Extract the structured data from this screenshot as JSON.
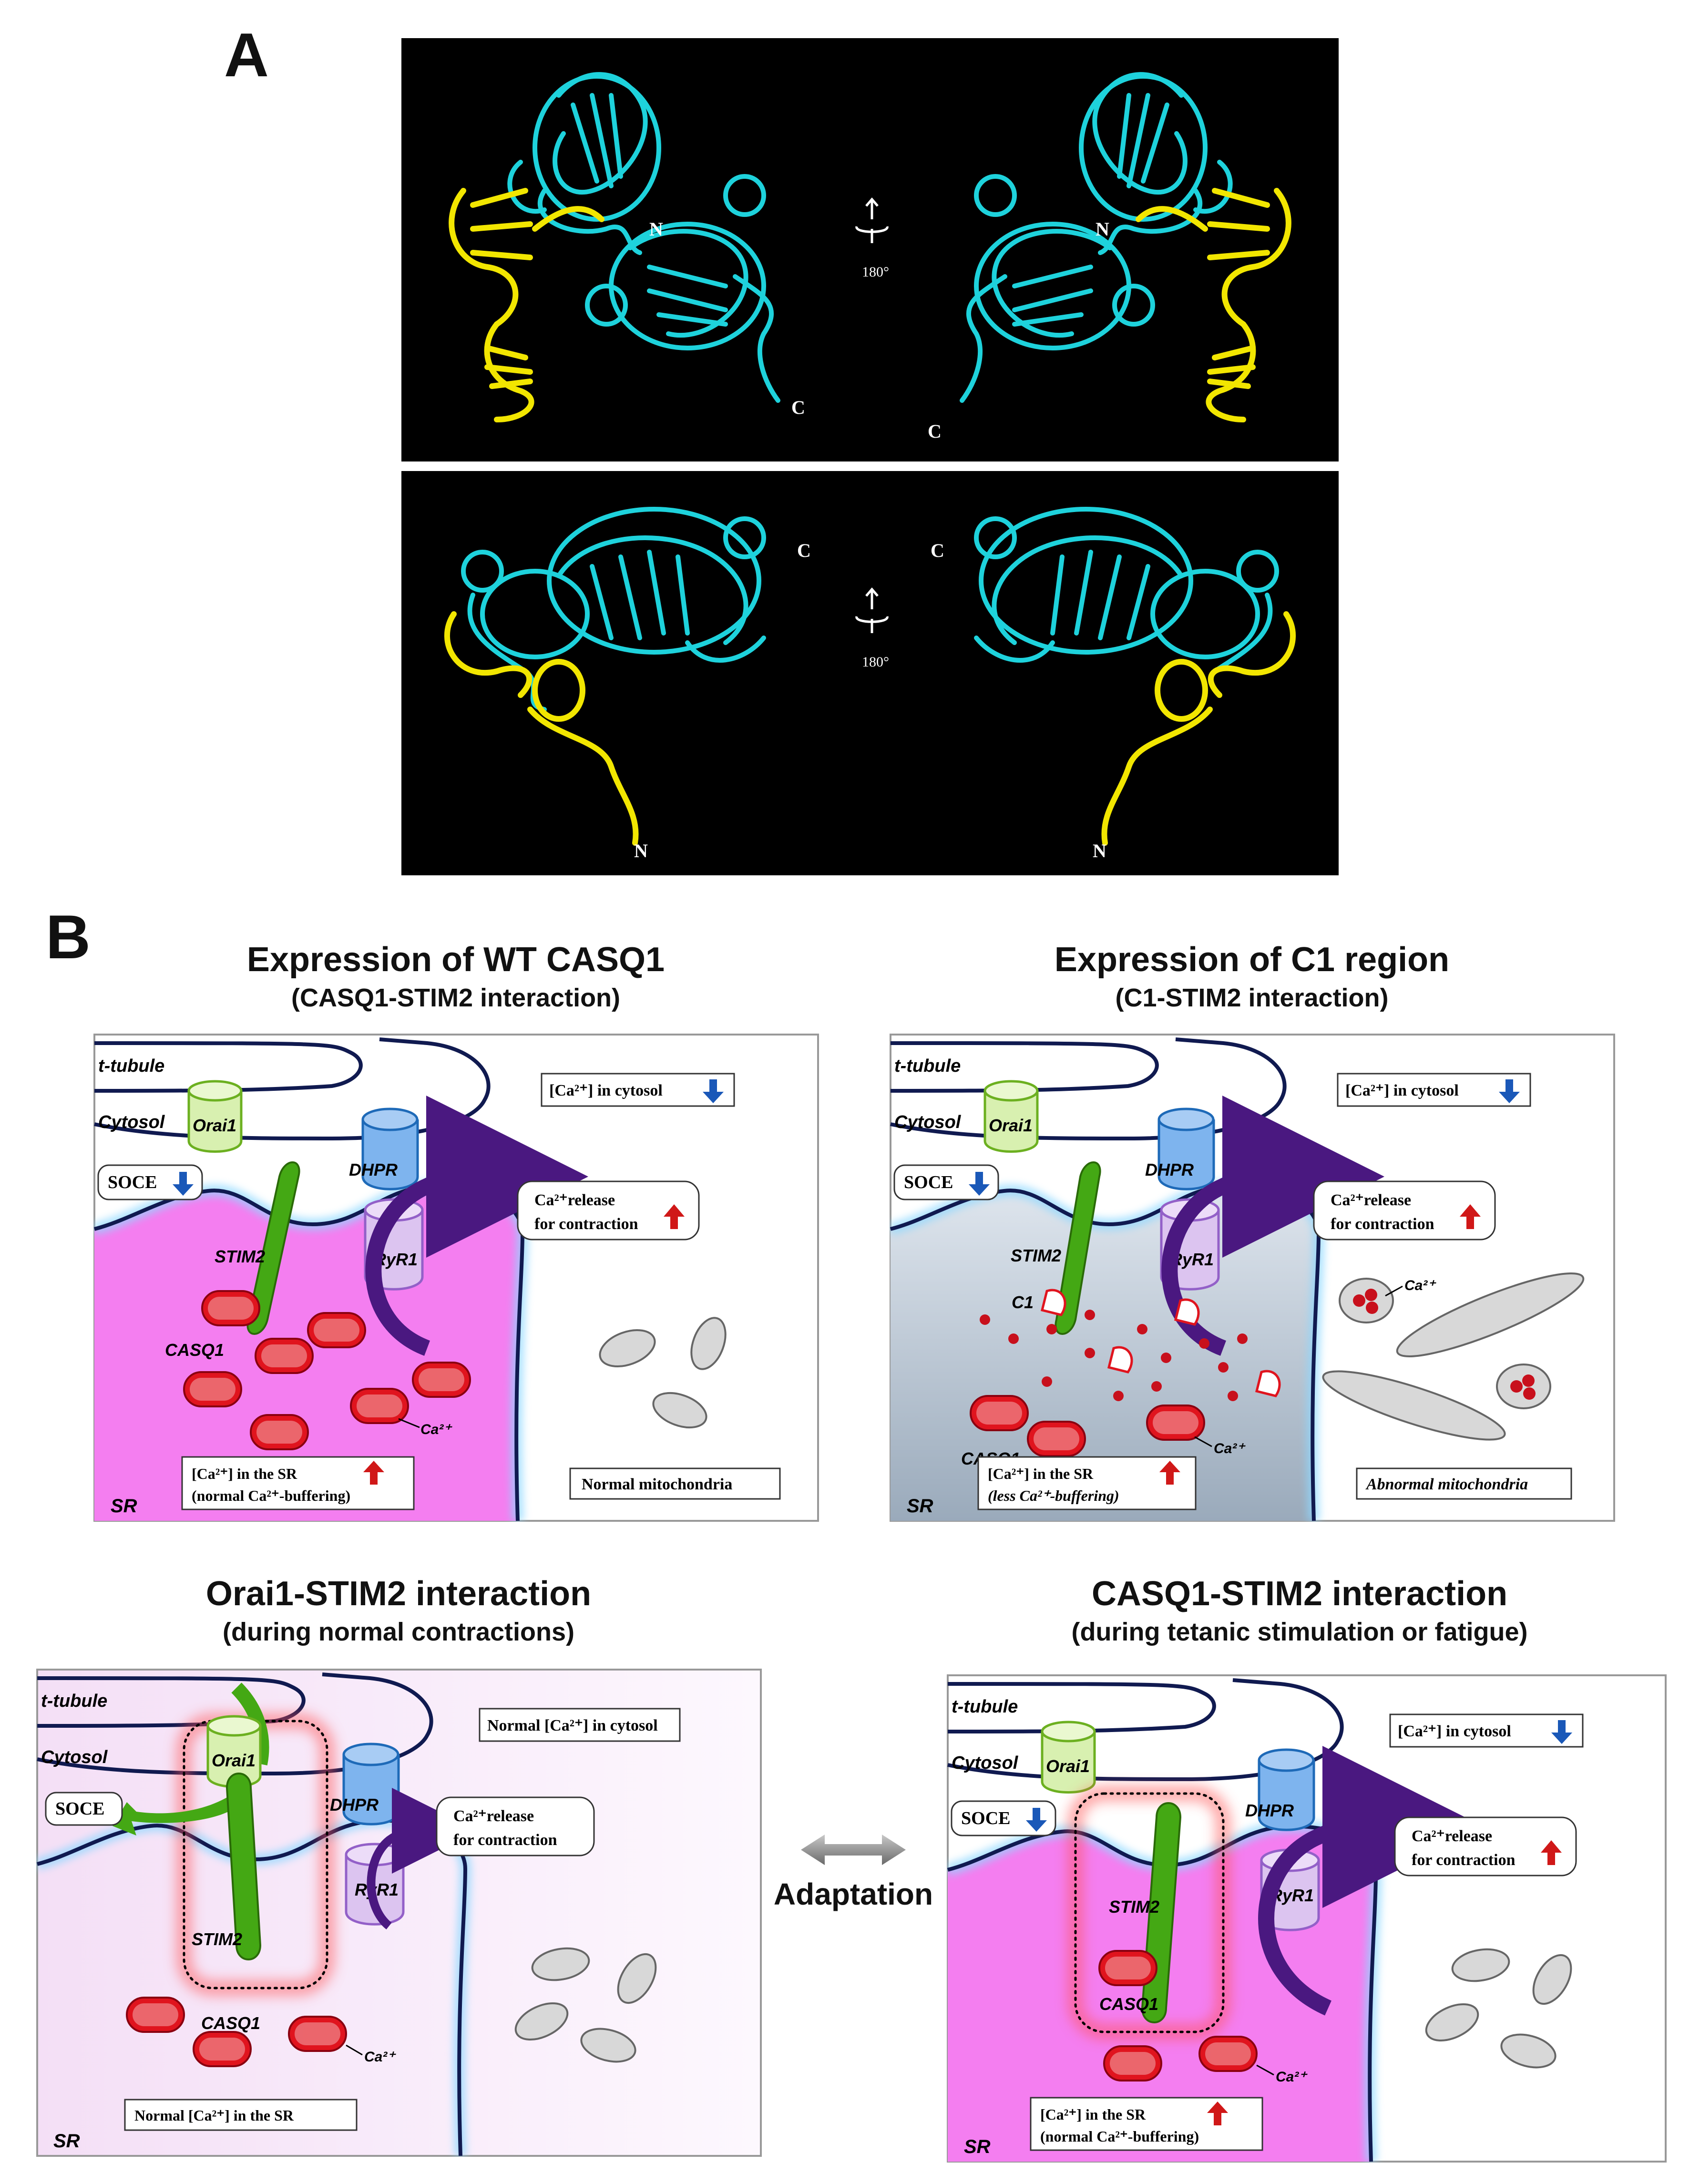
{
  "panel_a": {
    "letter": "A",
    "top": {
      "n_left": "N",
      "c_left": "C",
      "n_right": "N",
      "c_right": "C",
      "rotation": "180°"
    },
    "bottom": {
      "c_left": "C",
      "c_right": "C",
      "n_left": "N",
      "n_right": "N",
      "rotation": "180°"
    }
  },
  "panel_b": {
    "letter": "B",
    "adaptation": "Adaptation",
    "tl": {
      "title": "Expression of WT CASQ1",
      "subtitle": "(CASQ1-STIM2 interaction)",
      "t_tubule": "t-tubule",
      "cytosol": "Cytosol",
      "orai1": "Orai1",
      "dhpr": "DHPR",
      "ryr1": "RyR1",
      "stim2": "STIM2",
      "casq1": "CASQ1",
      "sr": "SR",
      "ca": "Ca²⁺",
      "soce": "SOCE",
      "cytosol_ca": "[Ca²⁺] in cytosol",
      "release_1": "Ca²⁺release",
      "release_2": "for contraction",
      "sr_ca_1": "[Ca²⁺] in the SR",
      "sr_ca_2": "(normal Ca²⁺-buffering)",
      "mito": "Normal mitochondria"
    },
    "tr": {
      "title": "Expression of C1 region",
      "subtitle": "(C1-STIM2 interaction)",
      "t_tubule": "t-tubule",
      "cytosol": "Cytosol",
      "orai1": "Orai1",
      "dhpr": "DHPR",
      "ryr1": "RyR1",
      "stim2": "STIM2",
      "c1": "C1",
      "casq1": "CASQ1",
      "sr": "SR",
      "ca": "Ca²⁺",
      "ca_mito": "Ca²⁺",
      "soce": "SOCE",
      "cytosol_ca": "[Ca²⁺] in cytosol",
      "release_1": "Ca²⁺release",
      "release_2": "for contraction",
      "sr_ca_1": "[Ca²⁺] in the SR",
      "sr_ca_2": "(less Ca²⁺-buffering)",
      "mito": "Abnormal mitochondria"
    },
    "bl": {
      "title": "Orai1-STIM2 interaction",
      "subtitle": "(during normal contractions)",
      "t_tubule": "t-tubule",
      "cytosol": "Cytosol",
      "orai1": "Orai1",
      "dhpr": "DHPR",
      "ryr1": "RyR1",
      "stim2": "STIM2",
      "casq1": "CASQ1",
      "sr": "SR",
      "ca": "Ca²⁺",
      "soce": "SOCE",
      "cytosol_ca": "Normal [Ca²⁺] in cytosol",
      "release_1": "Ca²⁺release",
      "release_2": "for contraction",
      "sr_ca_1": "Normal [Ca²⁺] in the SR"
    },
    "br": {
      "title": "CASQ1-STIM2 interaction",
      "subtitle": "(during tetanic stimulation or fatigue)",
      "t_tubule": "t-tubule",
      "cytosol": "Cytosol",
      "orai1": "Orai1",
      "dhpr": "DHPR",
      "ryr1": "RyR1",
      "stim2": "STIM2",
      "casq1": "CASQ1",
      "sr": "SR",
      "ca": "Ca²⁺",
      "soce": "SOCE",
      "cytosol_ca": "[Ca²⁺] in cytosol",
      "release_1": "Ca²⁺release",
      "release_2": "for contraction",
      "sr_ca_1": "[Ca²⁺] in the SR",
      "sr_ca_2": "(normal Ca²⁺-buffering)"
    }
  },
  "colors": {
    "ribbon_main": "#1ed2dc",
    "ribbon_highlight": "#f2e600",
    "sr_pink": "#f47ef0",
    "sr_blue_grey": "#c9d5e2",
    "sr_light_pink": "#f5e3f8",
    "membrane": "#101a50",
    "stim2": "#44a814",
    "casq1": "#e0141e",
    "ryr1": "#9360c8",
    "dhpr": "#3a8ee0",
    "orai1": "#a6e050",
    "arrow_up": "#d01818",
    "arrow_down": "#1a58b8",
    "arrow_release": "#4a1880"
  }
}
